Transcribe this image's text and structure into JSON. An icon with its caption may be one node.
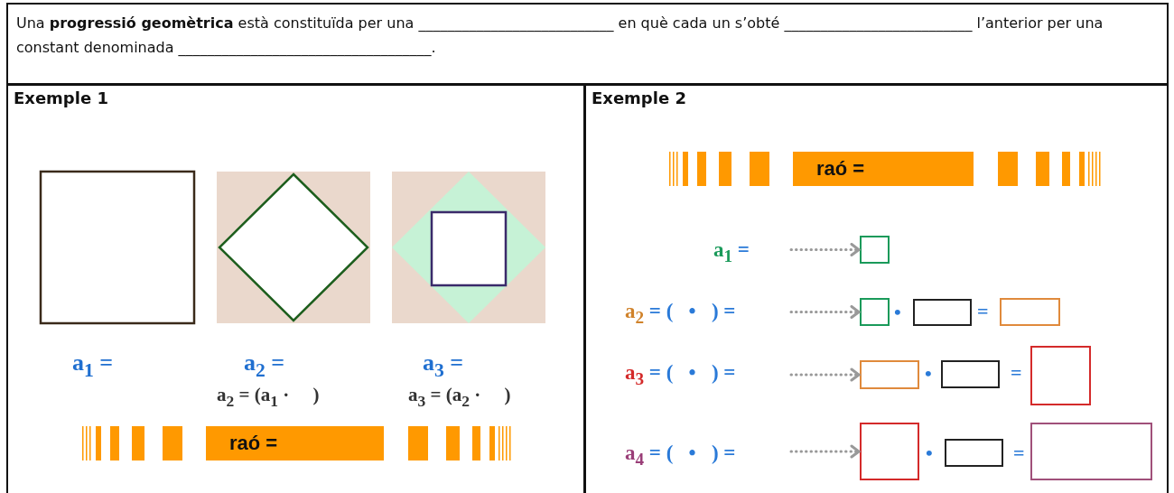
{
  "diagram": {
    "nodes": [
      {
        "text": [
          "Una **progressió geomètrica** està constituïda per una ___________________________ en què cada un s’obté __________________________ l’anterior per una constant denominada ___________________________________."
        ]
      },
      {
        "text": [
          "Exemple 1"
        ]
      },
      {
        "text": [
          "raó ="
        ],
        "in": 1
      },
      {
        "text": [
          "Exemple 2"
        ]
      },
      {
        "text": [
          "raó ="
        ],
        "in": 3
      },
      {
        "text": [
          "a$_{1}$",
          "="
        ],
        "in": 3
      },
      {
        "text": [],
        "shape": "box",
        "in": 3
      },
      {
        "text": [
          "a$_{2}$",
          "= (   •   ) ="
        ],
        "in": 3
      },
      {
        "text": [],
        "shape": "box",
        "in": 3
      },
      {
        "text": [],
        "shape": "box",
        "in": 3
      },
      {
        "text": [],
        "shape": "box",
        "in": 3
      },
      {
        "text": [
          "a$_{3}$",
          "= (   •   ) ="
        ],
        "in": 3
      },
      {
        "text": [],
        "shape": "box",
        "in": 3
      },
      {
        "text": [],
        "shape": "box",
        "in": 3
      },
      {
        "text": [],
        "shape": "box",
        "in": 3
      },
      {
        "text": [
          "a$_{4}$",
          "= (   •   ) ="
        ],
        "in": 3
      },
      {
        "text": [],
        "shape": "box",
        "in": 3
      },
      {
        "text": [],
        "shape": "box",
        "in": 3
      },
      {
        "text": [],
        "shape": "box",
        "in": 3
      }
    ],
    "edges": [
      {
        "from": 5,
        "to": 6,
        "arrow": "to",
        "style": "dashed"
      },
      {
        "from": 7,
        "to": 8,
        "arrow": "to",
        "style": "dashed"
      },
      {
        "from": 11,
        "to": 12,
        "arrow": "to",
        "style": "dashed"
      },
      {
        "from": 15,
        "to": 16,
        "arrow": "to",
        "style": "dashed"
      }
    ],
    "labels": [
      "a$_{1}$ =",
      "a$_{2}$ =",
      "a$_{3}$ =",
      "a$_{2}$ = (a$_{1}$ ·     )",
      "a$_{3}$ = (a$_{2}$ ·     )",
      "•",
      "=",
      "•",
      "=",
      "•",
      "="
    ]
  }
}
